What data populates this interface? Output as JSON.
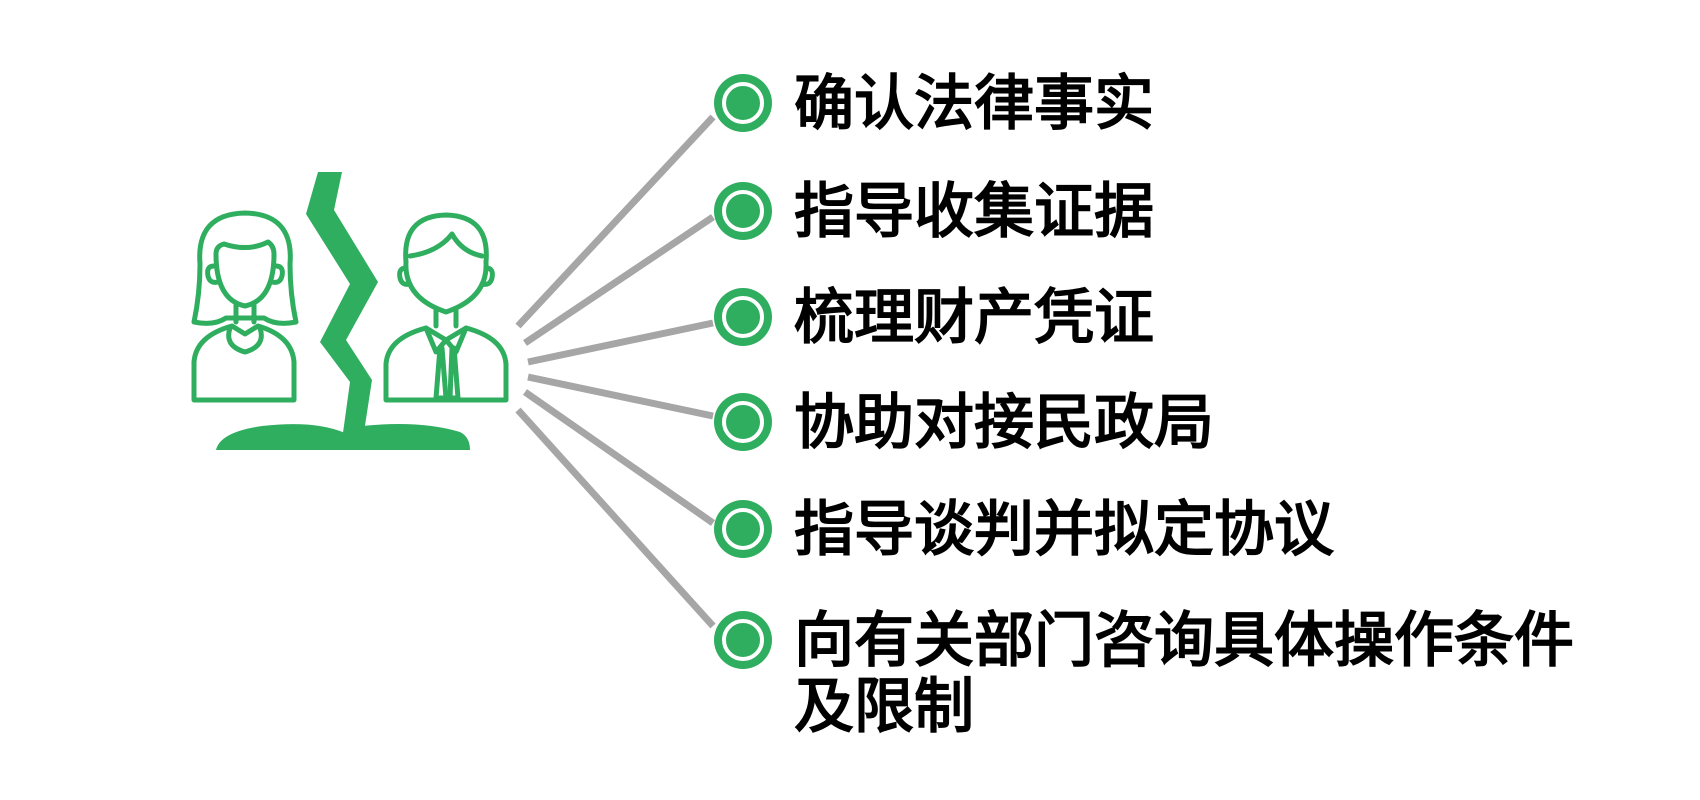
{
  "colors": {
    "accent": "#2FAE5F",
    "connector": "#A6A6A6",
    "text": "#000000",
    "background": "#FFFFFF"
  },
  "icon": "divorced-couple-icon",
  "items": [
    {
      "label": "确认法律事实"
    },
    {
      "label": "指导收集证据"
    },
    {
      "label": "梳理财产凭证"
    },
    {
      "label": "协助对接民政局"
    },
    {
      "label": "指导谈判并拟定协议"
    },
    {
      "label": "向有关部门咨询具体操作条件",
      "label_line2": "及限制"
    }
  ]
}
